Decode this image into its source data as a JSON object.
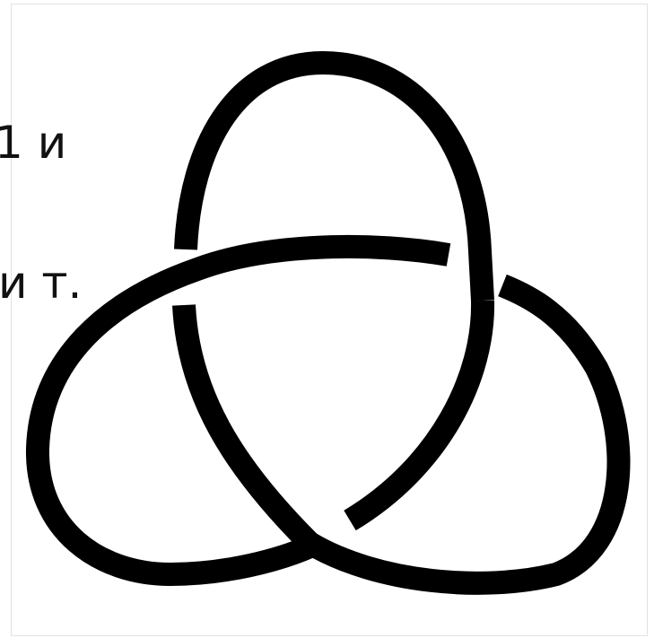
{
  "text_fragments": [
    {
      "text": "1 и"
    },
    {
      "text": "и т."
    }
  ],
  "figure": {
    "subject": "trefoil-knot",
    "stroke_color": "#000000",
    "background_color": "#ffffff"
  }
}
